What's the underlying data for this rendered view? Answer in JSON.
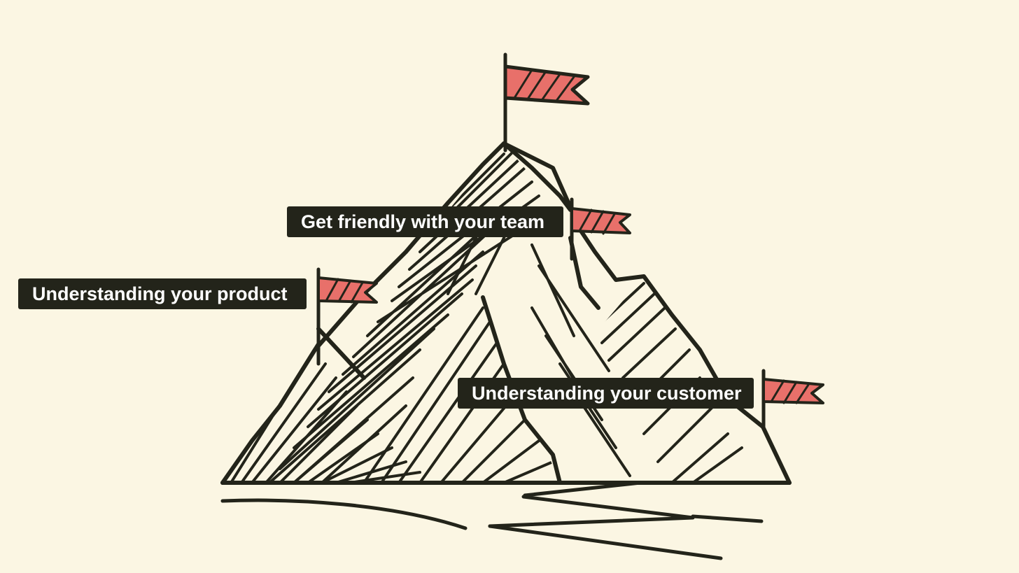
{
  "labels": {
    "team": "Get friendly with your team",
    "product": "Understanding your product",
    "customer": "Understanding your customer"
  },
  "colors": {
    "background": "#fbf6e3",
    "ink": "#23241a",
    "flag": "#e8706a",
    "label_background": "#23241a",
    "label_text": "#ffffff"
  }
}
